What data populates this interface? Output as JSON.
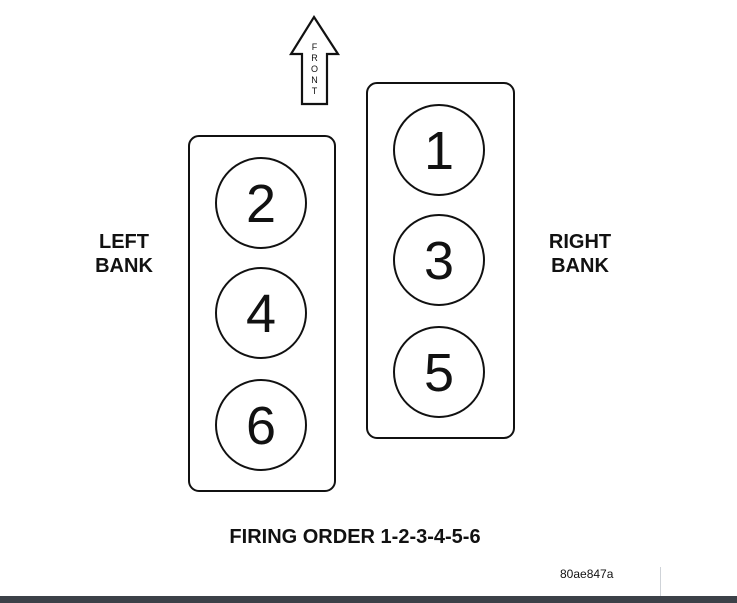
{
  "front_arrow": {
    "letters": [
      "F",
      "R",
      "O",
      "N",
      "T"
    ]
  },
  "left_bank": {
    "label_line1": "LEFT",
    "label_line2": "BANK",
    "cylinders": [
      "2",
      "4",
      "6"
    ]
  },
  "right_bank": {
    "label_line1": "RIGHT",
    "label_line2": "BANK",
    "cylinders": [
      "1",
      "3",
      "5"
    ]
  },
  "caption": "FIRING ORDER 1-2-3-4-5-6",
  "figure_id": "80ae847a"
}
